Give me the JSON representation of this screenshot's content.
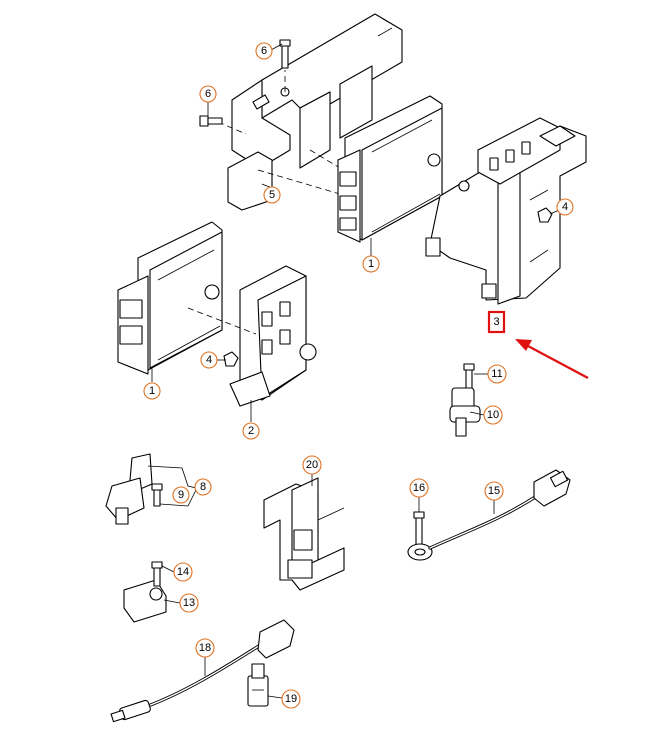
{
  "callouts": {
    "c1a": "1",
    "c1b": "1",
    "c2": "2",
    "c3": "3",
    "c4a": "4",
    "c4b": "4",
    "c5": "5",
    "c6a": "6",
    "c6b": "6",
    "c8": "8",
    "c9": "9",
    "c10": "10",
    "c11": "11",
    "c13": "13",
    "c14": "14",
    "c15": "15",
    "c16": "16",
    "c18": "18",
    "c19": "19",
    "c20": "20"
  },
  "colors": {
    "callout": "#e07020",
    "highlight": "#e01010"
  }
}
